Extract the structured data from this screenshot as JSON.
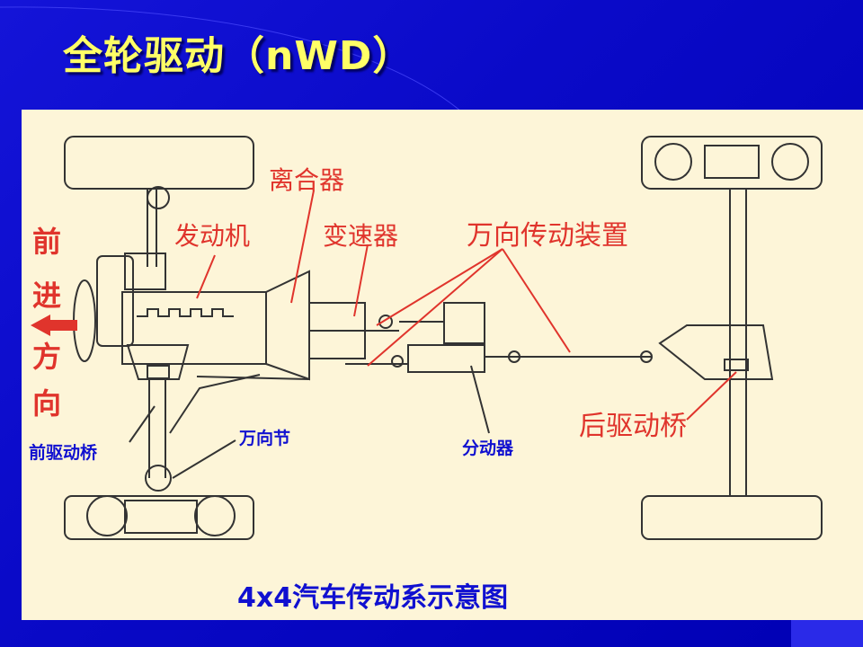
{
  "title": "全轮驱动（nWD）",
  "diagram": {
    "caption": "4x4汽车传动系示意图",
    "labels": {
      "clutch": "离合器",
      "engine": "发动机",
      "gearbox": "变速器",
      "ujoint_drive": "万向传动装置",
      "forward": [
        "前",
        "进",
        "方",
        "向"
      ],
      "front_axle": "前驱动桥",
      "ujoint": "万向节",
      "transfer_case": "分动器",
      "rear_axle": "后驱动桥"
    }
  },
  "colors": {
    "background": "#0a0ac8",
    "title": "#ffff66",
    "panel": "#fdf5d8",
    "red_label": "#e0342c",
    "blue_label": "#1010d0"
  }
}
